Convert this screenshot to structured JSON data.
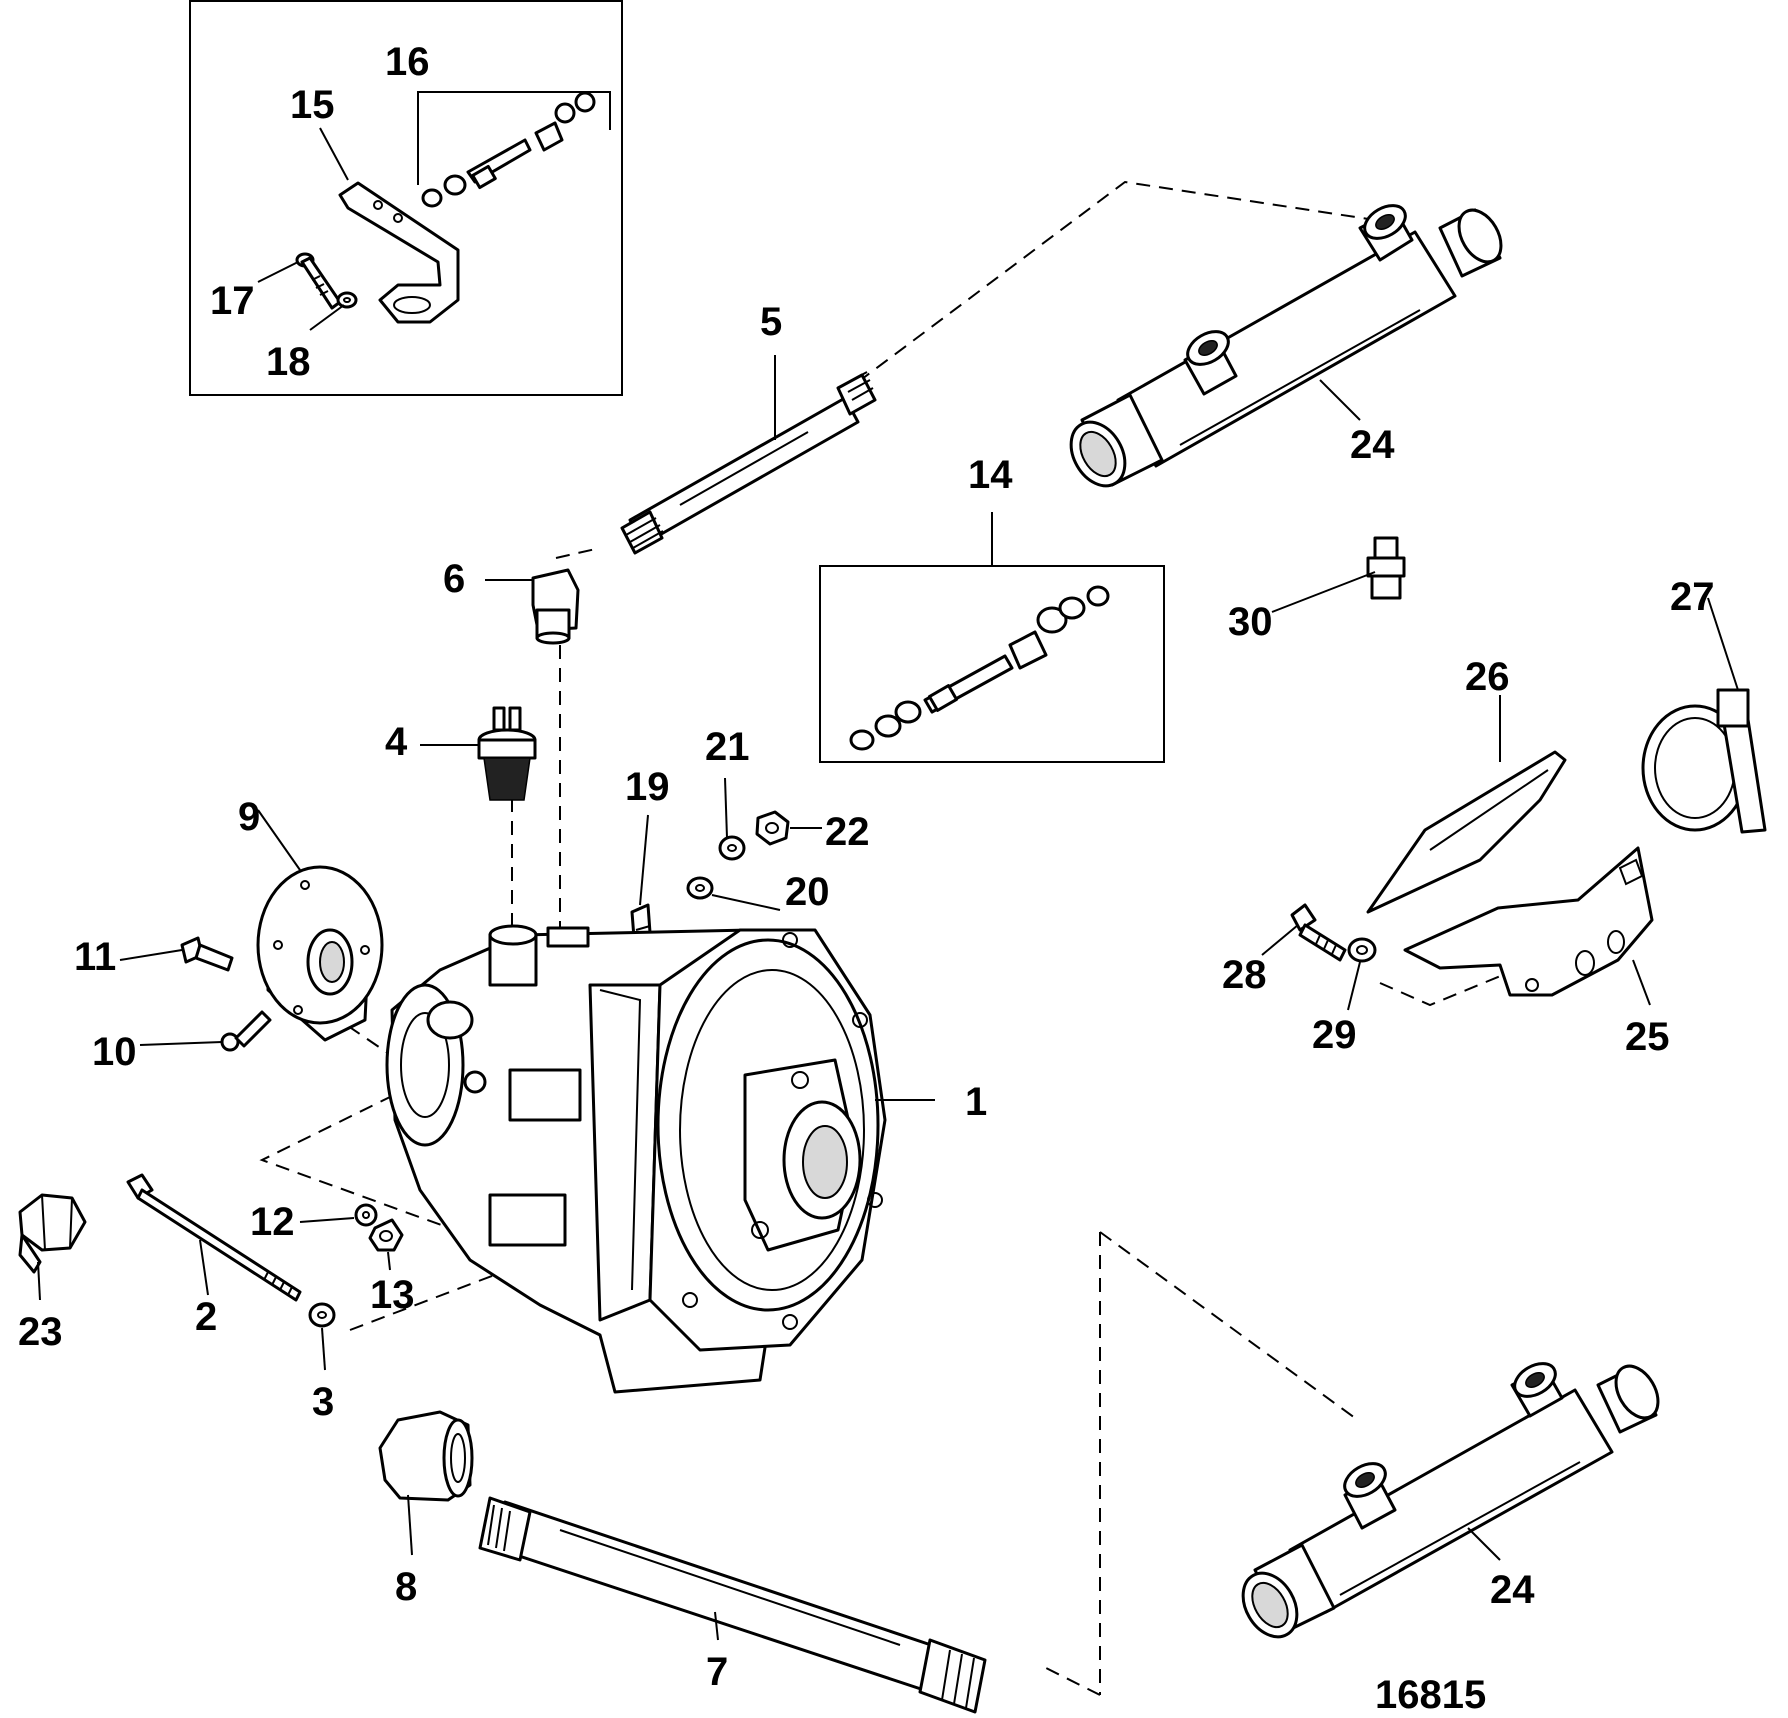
{
  "diagram": {
    "figure_number": "16815",
    "callouts": {
      "c1": "1",
      "c2": "2",
      "c3": "3",
      "c4": "4",
      "c5": "5",
      "c6": "6",
      "c7": "7",
      "c8": "8",
      "c9": "9",
      "c10": "10",
      "c11": "11",
      "c12": "12",
      "c13": "13",
      "c14": "14",
      "c15": "15",
      "c16": "16",
      "c17": "17",
      "c18": "18",
      "c19": "19",
      "c20": "20",
      "c21": "21",
      "c22": "22",
      "c23": "23",
      "c24a": "24",
      "c24b": "24",
      "c25": "25",
      "c26": "26",
      "c27": "27",
      "c28": "28",
      "c29": "29",
      "c30": "30"
    }
  }
}
